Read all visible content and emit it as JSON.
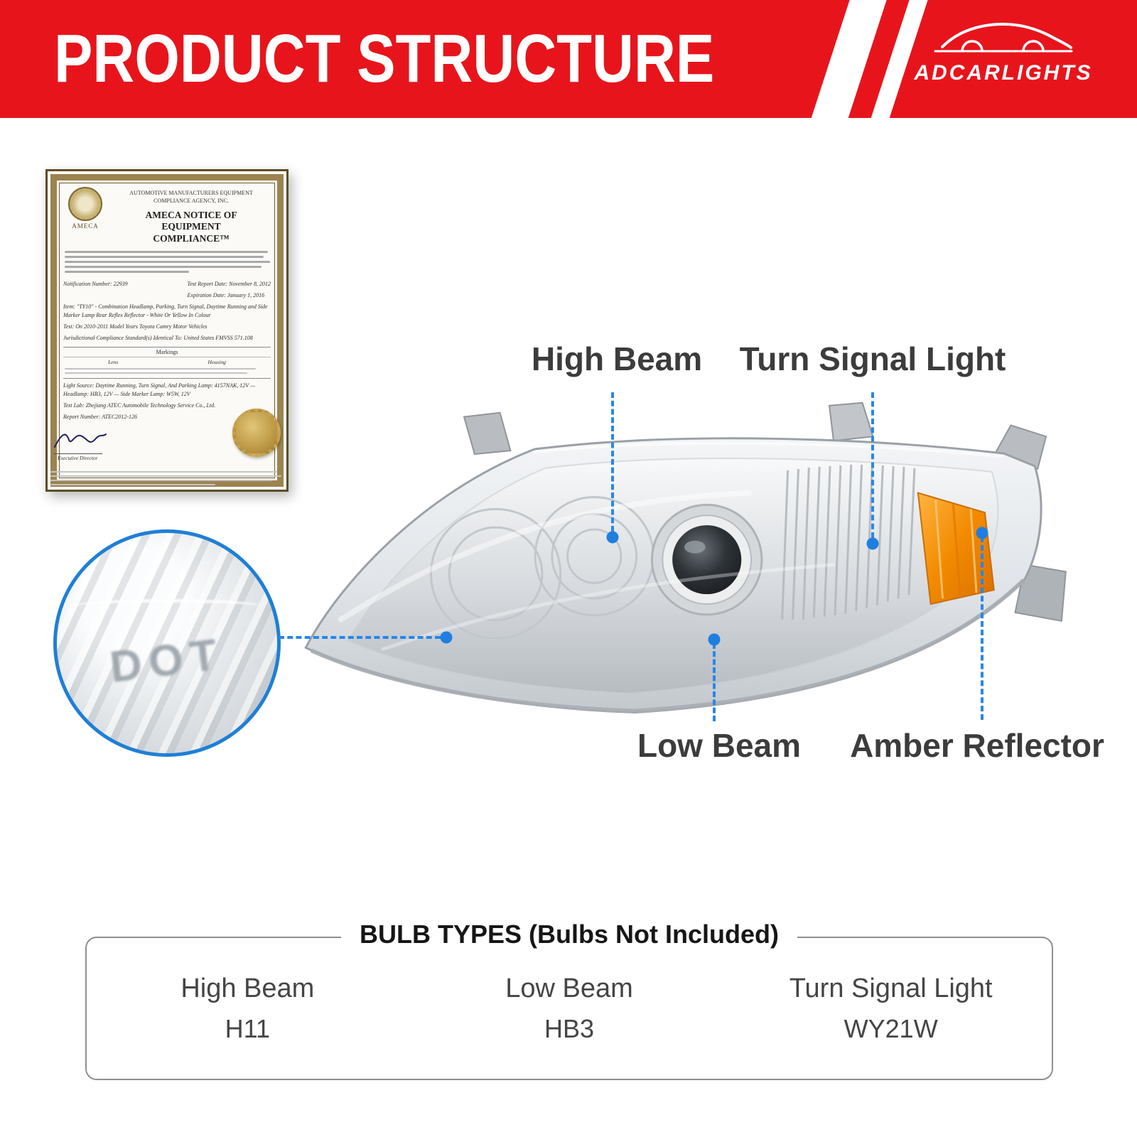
{
  "header": {
    "title": "PRODUCT STRUCTURE",
    "brand": "ADCARLIGHTS"
  },
  "certificate": {
    "agency": "AUTOMOTIVE MANUFACTURERS EQUIPMENT COMPLIANCE AGENCY, INC.",
    "title": "AMECA NOTICE OF EQUIPMENT COMPLIANCE™",
    "logo_text": "AMECA",
    "notification": "Notification Number: 22939",
    "report_date": "Test Report Date: November 8, 2012",
    "expiration": "Expiration Date: January 1, 2016",
    "item": "Item: \"TY10\" - Combination Headlamp, Parking, Turn Signal, Daytime Running and Side Marker Lamp Rear Reflex Reflector - White Or Yellow In Colour",
    "test_line": "Test: On 2010-2011 Model Years Toyota Camry Motor Vehicles",
    "compliance": "Jurisdictional Compliance Standard(s) Identical To: United States FMVSS 571.108",
    "markings_header": "Markings",
    "markings_lens": "Lens",
    "markings_housing": "Housing",
    "light_source": "Light Source: Daytime Running, Turn Signal, And Parking Lamp: 4157NAK, 12V — Headlamp: HB3, 12V — Side Marker Lamp: W5W, 12V",
    "test_lab": "Test Lab: Zhejiang ATEC Automobile Technology Service Co., Ltd.",
    "report_number": "Report Number: ATEC2012-126",
    "signature_title": "Executive Director"
  },
  "callouts": {
    "high_beam": "High Beam",
    "turn_signal": "Turn Signal Light",
    "low_beam": "Low Beam",
    "amber_reflector": "Amber Reflector"
  },
  "zoom_inset": {
    "marking": "DOT"
  },
  "bulb_table": {
    "title": "BULB TYPES (Bulbs Not Included)",
    "columns": [
      {
        "label": "High Beam",
        "value": "H11"
      },
      {
        "label": "Low Beam",
        "value": "HB3"
      },
      {
        "label": "Turn Signal Light",
        "value": "WY21W"
      }
    ]
  },
  "colors": {
    "accent_red": "#e8141c",
    "callout_blue": "#1e7fe0",
    "amber": "#f28a00"
  }
}
